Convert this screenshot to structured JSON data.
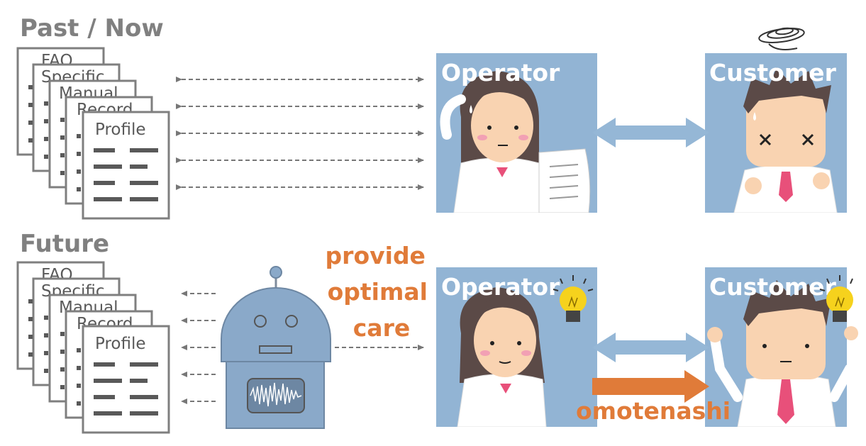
{
  "sections": {
    "past": {
      "heading": "Past / Now"
    },
    "future": {
      "heading": "Future"
    }
  },
  "documents": [
    "FAQ",
    "Specific",
    "Manual",
    "Record",
    "Profile"
  ],
  "cards": {
    "operator_label": "Operator",
    "customer_label": "Customer"
  },
  "future_labels": {
    "provide": [
      "provide",
      "optimal",
      "care"
    ],
    "omotenashi": "omotenashi"
  },
  "colors": {
    "card_bg": "#92b4d4",
    "arrow_blue": "#95b7d6",
    "arrow_orange": "#e07b39",
    "robot_body": "#8aa9c9",
    "heading_gray": "#808080"
  }
}
